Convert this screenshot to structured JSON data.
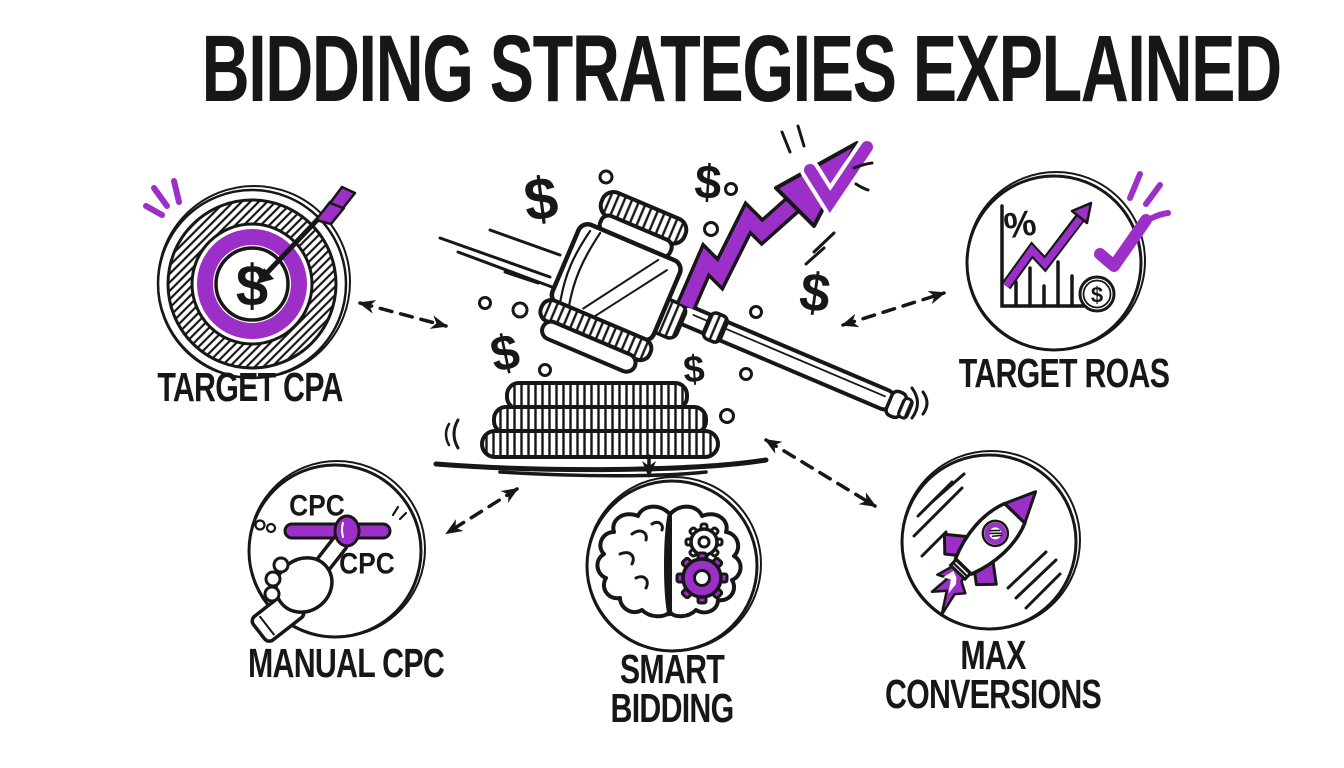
{
  "title": "BIDDING STRATEGIES EXPLAINED",
  "colors": {
    "ink": "#171717",
    "accent_purple": "#9c2fc8",
    "background": "#ffffff"
  },
  "center_illustration": {
    "name": "auction-gavel-with-rising-arrow",
    "dollar_signs": [
      "$",
      "$",
      "$",
      "$",
      "$"
    ]
  },
  "strategies": [
    {
      "label": "TARGET CPA",
      "icon": "dartboard-dollar-icon",
      "center_glyph": "$"
    },
    {
      "label": "TARGET ROAS",
      "icon": "growth-chart-icon",
      "percent_glyph": "%",
      "coin_glyph": "$"
    },
    {
      "label": "MANUAL CPC",
      "icon": "hand-slider-icon",
      "slider_label_top": "CPC",
      "slider_label_bottom": "CPC"
    },
    {
      "label": "SMART BIDDING",
      "icon": "brain-gears-icon"
    },
    {
      "label": "MAX CONVERSIONS",
      "icon": "rocket-icon"
    }
  ]
}
